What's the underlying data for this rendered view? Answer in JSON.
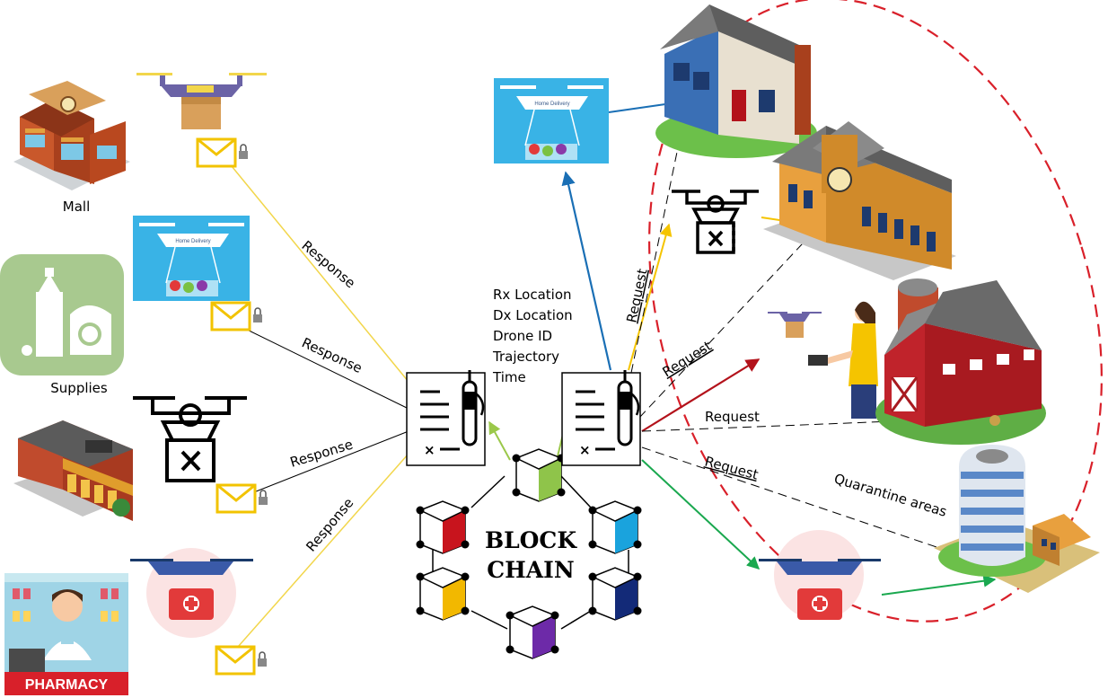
{
  "labels": {
    "mall": "Mall",
    "supplies": "Supplies",
    "pharmacy_sign": "PHARMACY",
    "response": "Response",
    "request": "Request",
    "quarantine": "Quarantine areas",
    "blockchain_line1": "BLOCK",
    "blockchain_line2": "CHAIN",
    "home_delivery": "Home Delivery"
  },
  "info_fields": [
    "Rx Location",
    "Dx Location",
    "Drone ID",
    "Trajectory",
    "Time"
  ],
  "colors": {
    "response_yellow": "#f2d64b",
    "request_yellow": "#f5c400",
    "request_blue": "#1a6fb5",
    "request_red": "#b3121b",
    "request_green": "#1aa84f",
    "chain_green": "#9bc84a",
    "quarantine_border": "#d9202a",
    "envelope": "#f2c300"
  },
  "icons": [
    "mall-building-icon",
    "supplies-icon",
    "convenience-store-icon",
    "pharmacy-icon",
    "drone-package-icon",
    "home-delivery-drone-icon",
    "drone-denied-icon",
    "medical-drone-icon",
    "envelope-lock-icon",
    "contract-document-icon",
    "house-icon",
    "school-icon",
    "farm-barn-icon",
    "hospital-tower-icon",
    "person-remote-icon"
  ]
}
